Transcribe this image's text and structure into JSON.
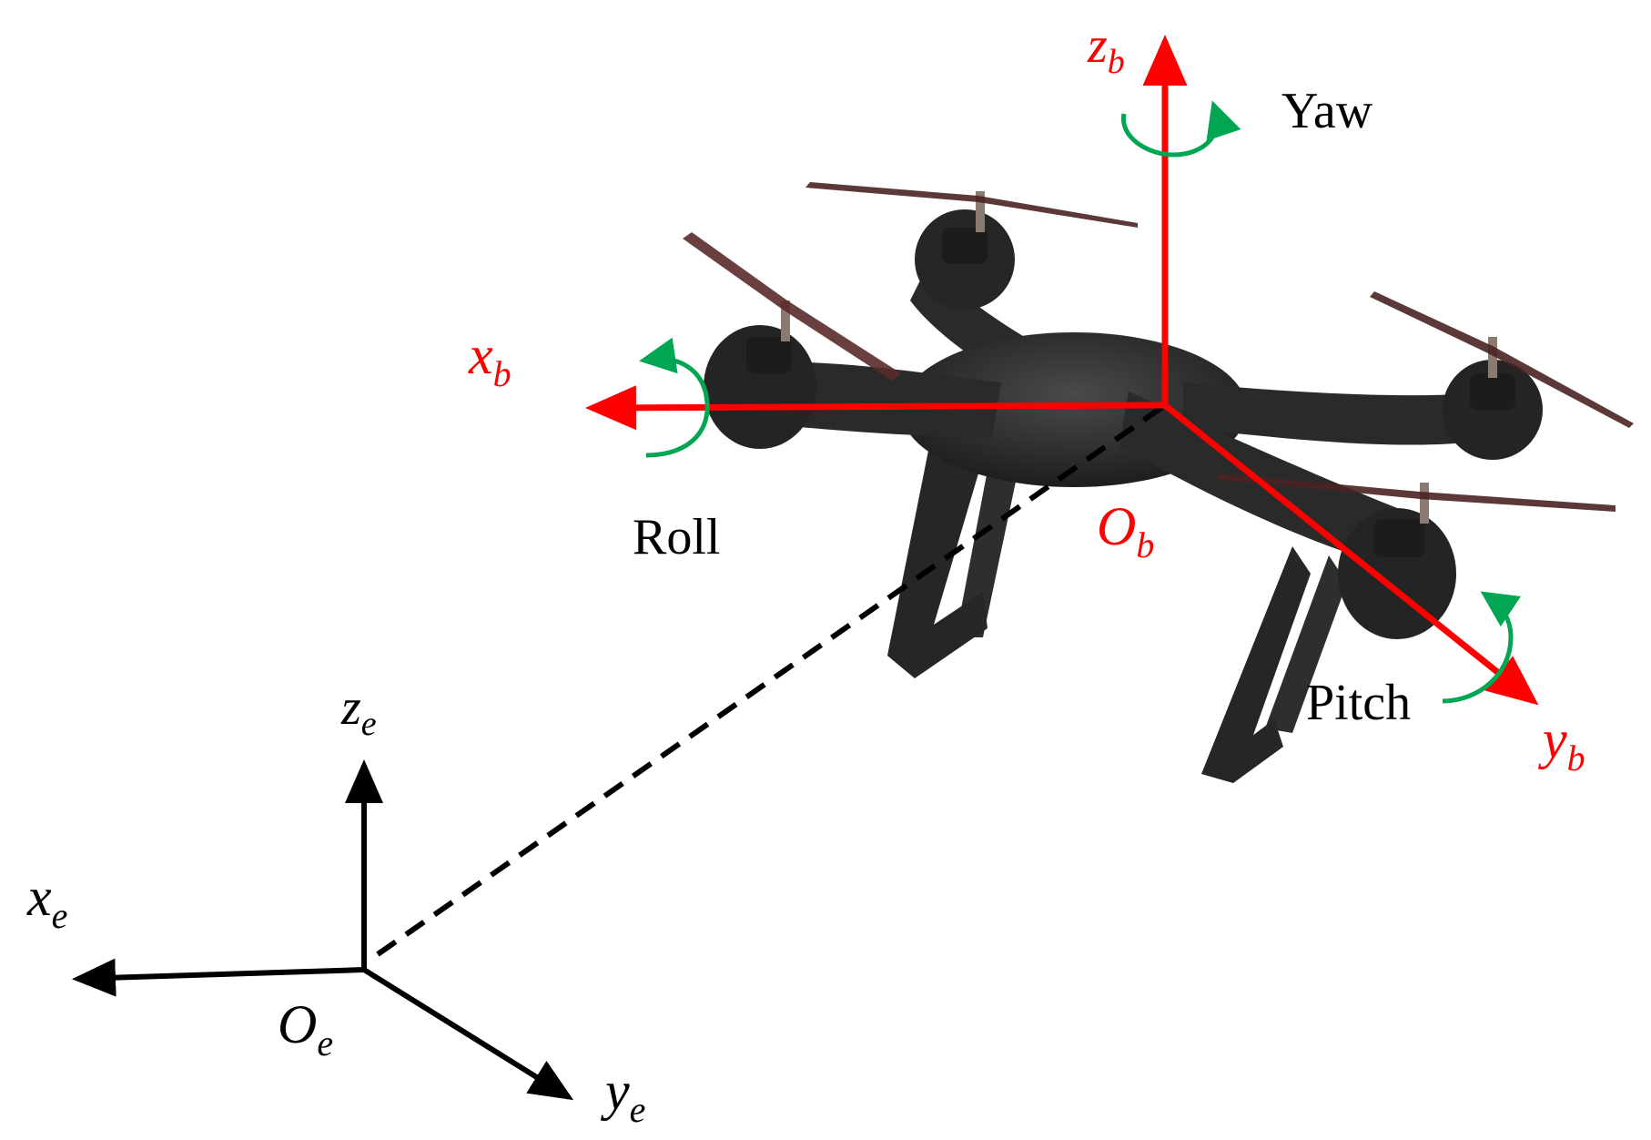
{
  "colors": {
    "body_frame": "#ff0000",
    "earth_frame": "#000000",
    "rotation_arrows": "#00a651",
    "drone_body": "#2b2b2b",
    "propeller": "#5a2a2a"
  },
  "body_frame": {
    "origin": {
      "base": "O",
      "sub": "b"
    },
    "x_axis": {
      "base": "x",
      "sub": "b"
    },
    "y_axis": {
      "base": "y",
      "sub": "b"
    },
    "z_axis": {
      "base": "z",
      "sub": "b"
    }
  },
  "earth_frame": {
    "origin": {
      "base": "O",
      "sub": "e"
    },
    "x_axis": {
      "base": "x",
      "sub": "e"
    },
    "y_axis": {
      "base": "y",
      "sub": "e"
    },
    "z_axis": {
      "base": "z",
      "sub": "e"
    }
  },
  "rotations": {
    "yaw": "Yaw",
    "roll": "Roll",
    "pitch": "Pitch"
  },
  "icons": [
    "quadcopter-drone-image"
  ]
}
